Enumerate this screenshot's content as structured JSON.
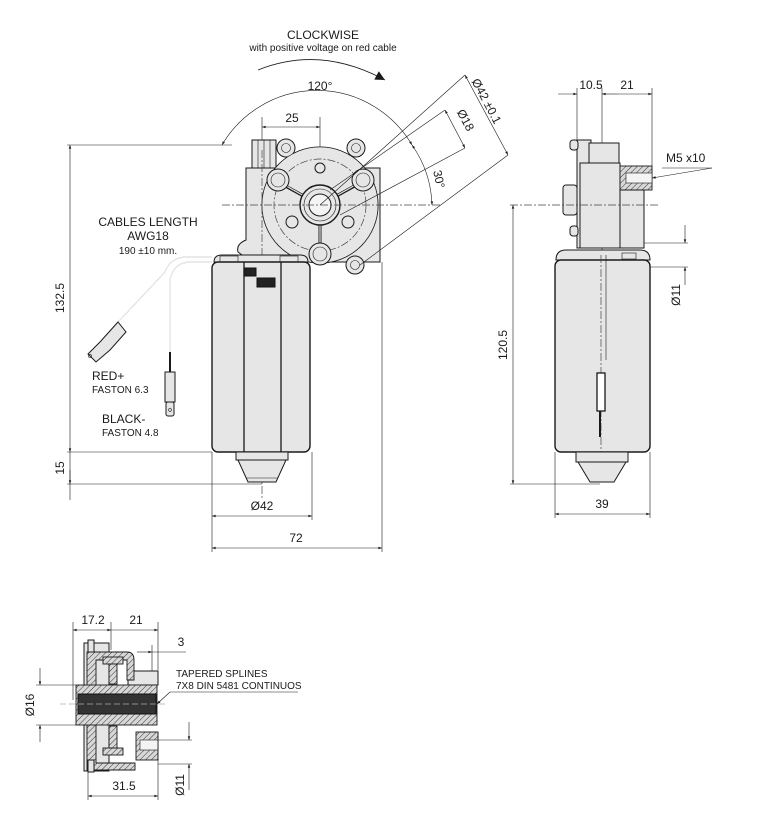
{
  "rotation": {
    "title": "CLOCKWISE",
    "subtitle": "with positive voltage on red cable"
  },
  "front_view": {
    "angle_label": "120°",
    "hole_spacing": "25",
    "flange_diameter": "Ø42 ±0.1",
    "pilot_diameter": "Ø18",
    "angle_offset": "30°",
    "overall_height": "132.5",
    "bottom_height": "15",
    "body_diameter": "Ø42",
    "overall_width": "72"
  },
  "cables": {
    "title": "CABLES LENGTH",
    "gauge": "AWG18",
    "length": "190 ±10 mm.",
    "red_label": "RED+",
    "red_connector": "FASTON 6.3",
    "black_label": "BLACK-",
    "black_connector": "FASTON 4.8"
  },
  "side_view": {
    "offset_dim": "10.5",
    "shaft_dim": "21",
    "thread_label": "M5 x10",
    "shaft_diameter": "Ø11",
    "height": "120.5",
    "width": "39"
  },
  "section_view": {
    "dim_a": "17.2",
    "dim_b": "21",
    "dim_c": "3",
    "spline_line1": "TAPERED SPLINES",
    "spline_line2": "7X8 DIN 5481 CONTINUOS",
    "bore_diameter": "Ø16",
    "length": "31.5",
    "shaft_diameter": "Ø11"
  }
}
